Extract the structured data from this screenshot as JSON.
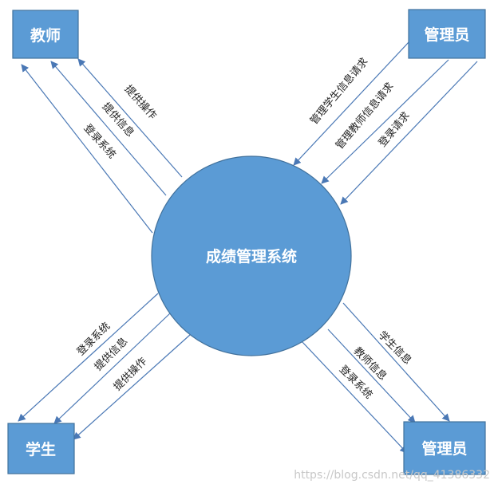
{
  "diagram": {
    "center": {
      "label": "成绩管理系统"
    },
    "entities": {
      "teacher": "教师",
      "admin_top": "管理员",
      "student": "学生",
      "admin_bottom": "管理员"
    },
    "flows": {
      "teacher": [
        "提供操作",
        "提供信息",
        "登录系统"
      ],
      "admin_top": [
        "管理学生信息请求",
        "管理教师信息请求",
        "登录请求"
      ],
      "student": [
        "登录系统",
        "提供信息",
        "提供操作"
      ],
      "admin_bottom": [
        "学生信息",
        "教师信息",
        "登录系统"
      ]
    },
    "colors": {
      "node_fill": "#5b9bd5",
      "node_stroke": "#41719c",
      "line": "#4a78b5"
    }
  },
  "watermark": "https://blog.csdn.net/qq_41386332"
}
